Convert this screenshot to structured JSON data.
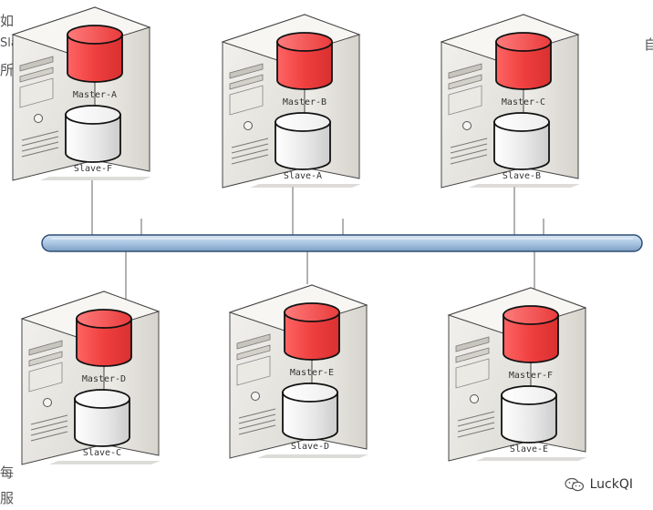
{
  "background_text": {
    "left": [
      "如",
      "Sla",
      "所",
      "每",
      "服"
    ],
    "right": [
      "自"
    ]
  },
  "servers": [
    {
      "master": "Master-A",
      "slave": "Slave-F"
    },
    {
      "master": "Master-B",
      "slave": "Slave-A"
    },
    {
      "master": "Master-C",
      "slave": "Slave-B"
    },
    {
      "master": "Master-D",
      "slave": "Slave-C"
    },
    {
      "master": "Master-E",
      "slave": "Slave-D"
    },
    {
      "master": "Master-F",
      "slave": "Slave-E"
    }
  ],
  "colors": {
    "master_db": "#f04a4a",
    "slave_db": "#e6e6e6",
    "bus": "#a9c6e3",
    "server_body": "#eeece8"
  },
  "watermark": {
    "icon": "wechat-icon",
    "text": "LuckQI"
  }
}
